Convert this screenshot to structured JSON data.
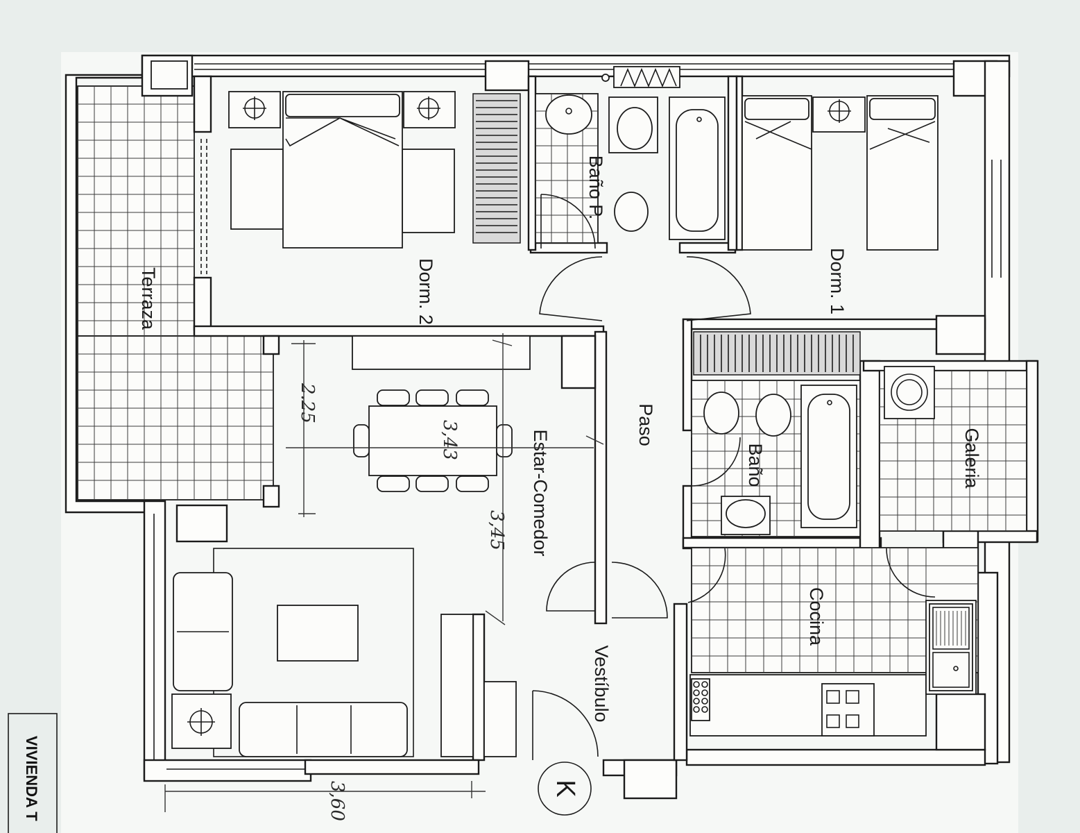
{
  "labels": {
    "terraza": "Terraza",
    "dorm2": "Dorm. 2",
    "bano_p": "Baño P.",
    "dorm1": "Dorm. 1",
    "paso": "Paso",
    "bano": "Baño",
    "galeria": "Galeria",
    "estar_comedor": "Estar-Comedor",
    "cocina": "Cocina",
    "vestibulo": "Vestíbulo",
    "entrance_letter": "K"
  },
  "dimensions": {
    "table_width": "3,43",
    "table_depth": "2.25",
    "dining_height": "3,45",
    "living_width": "3,60"
  },
  "title_block": {
    "text": "VIVIENDA T"
  }
}
